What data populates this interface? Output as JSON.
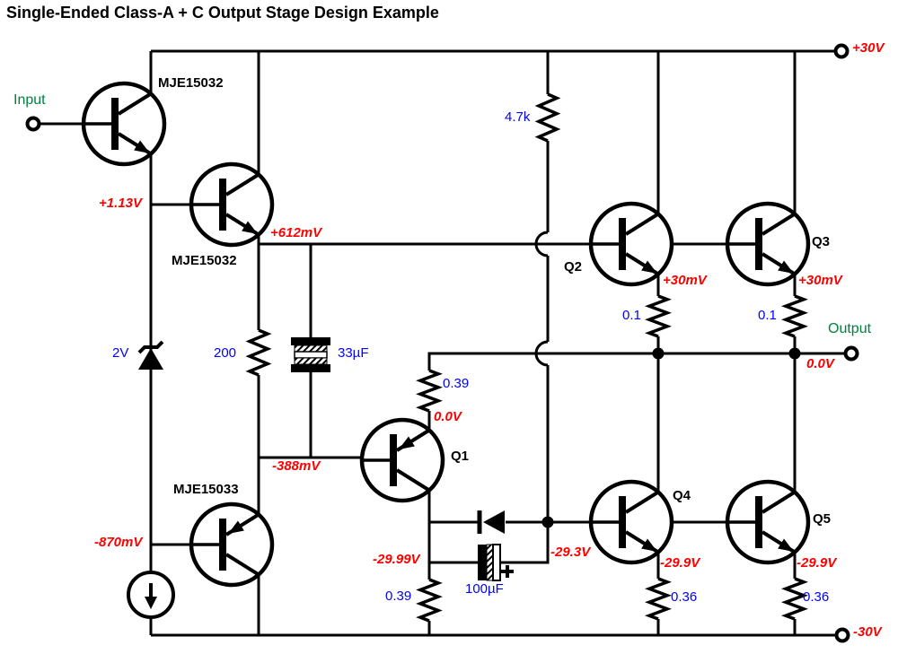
{
  "title": "Single-Ended Class-A + C Output Stage Design Example",
  "io": {
    "input": "Input",
    "output": "Output"
  },
  "rails": {
    "vplus": "+30V",
    "vminus": "-30V"
  },
  "devices": {
    "t1": "MJE15032",
    "t2": "MJE15032",
    "t3": "MJE15033",
    "q1": "Q1",
    "q2": "Q2",
    "q3": "Q3",
    "q4": "Q4",
    "q5": "Q5"
  },
  "values": {
    "r_bias": "4.7k",
    "zener": "2V",
    "r_base": "200",
    "c_base": "33µF",
    "r_q1_top": "0.39",
    "r_q1_bot": "0.39",
    "r_q2": "0.1",
    "r_q3": "0.1",
    "c_bypass": "100µF",
    "r_q4": "0.36",
    "r_q5": "0.36"
  },
  "voltages": {
    "t2_base": "+1.13V",
    "bias_top": "+612mV",
    "q1_emitter": "0.0V",
    "q1_base": "-388mV",
    "t3_base": "-870mV",
    "q2_emitter": "+30mV",
    "q3_emitter": "+30mV",
    "output": "0.0V",
    "q1_collector": "-29.99V",
    "diode_node": "-29.3V",
    "q4_emitter": "-29.9V",
    "q5_emitter": "-29.9V"
  },
  "colors": {
    "voltage_text": "#ff0000",
    "component_text": "#0000ff",
    "io_text": "#00813f",
    "wire": "#000000",
    "background": "#ffffff"
  }
}
